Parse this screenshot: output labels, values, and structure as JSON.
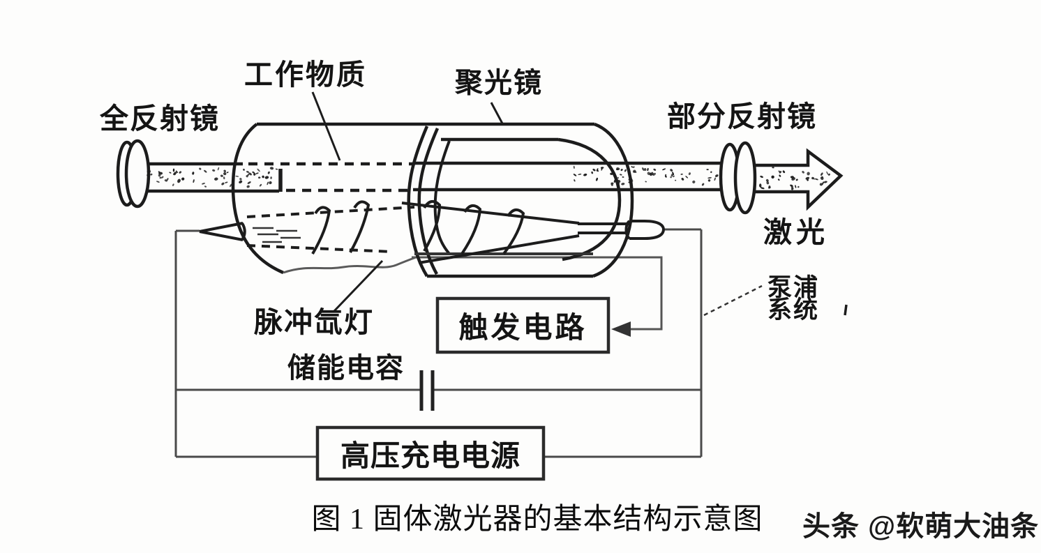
{
  "figure": {
    "caption": "图 1 固体激光器的基本结构示意图",
    "watermark": "头条 @软萌大油条"
  },
  "labels": {
    "working_medium": "工作物质",
    "condenser_mirror": "聚光镜",
    "total_reflector": "全反射镜",
    "partial_reflector": "部分反射镜",
    "laser_output": "激光",
    "pump_system_line1": "泵浦",
    "pump_system_line2": "系统",
    "pulsed_xenon_lamp": "脉冲氙灯",
    "storage_capacitor": "储能电容",
    "trigger_circuit": "触发电路",
    "hv_charging_power": "高压充电电源"
  },
  "colors": {
    "ink": "#1c1c1c",
    "wire_gray": "#4a4a4a",
    "background": "#fdfdfc"
  }
}
